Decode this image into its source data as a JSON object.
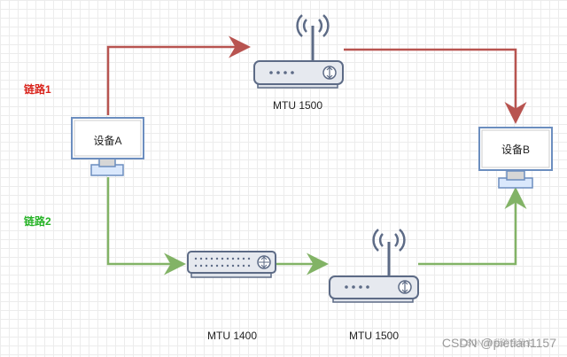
{
  "labels": {
    "route1": "链路1",
    "route2": "链路2",
    "device_a": "设备A",
    "device_b": "设备B",
    "mtu_top_router": "MTU 1500",
    "mtu_switch": "MTU 1400",
    "mtu_bottom_router": "MTU 1500"
  },
  "watermark": {
    "main": "CSDN @pietian1157",
    "sub": "CSDN @我的自我主"
  },
  "colors": {
    "route1": "#b85450",
    "route2": "#82b366",
    "device_fill": "#dae8fc",
    "device_stroke": "#6c8ebf",
    "router_fill": "#e6e9ef",
    "router_stroke": "#5d6b86"
  },
  "icons": {
    "device_a": "monitor-icon",
    "device_b": "monitor-icon",
    "top_router": "wireless-router-icon",
    "switch": "network-switch-icon",
    "bottom_router": "wireless-router-icon"
  }
}
